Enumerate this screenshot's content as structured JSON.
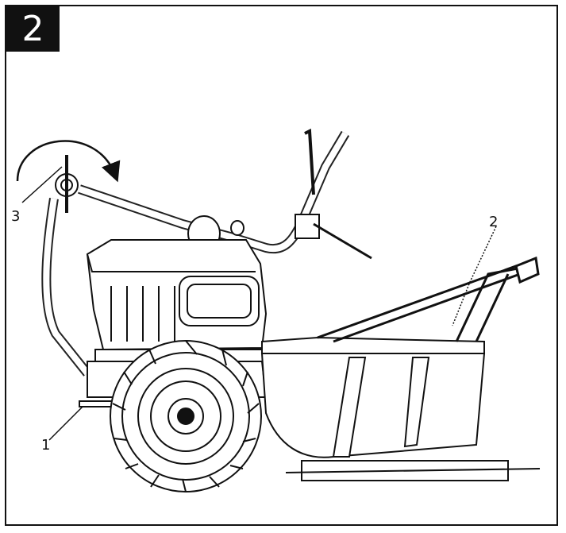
{
  "figure": {
    "badge_number": "2",
    "callouts": {
      "c1": "1",
      "c2": "2",
      "c3": "3"
    }
  },
  "colors": {
    "ink": "#111111",
    "paper": "#ffffff",
    "badge_bg": "#111111",
    "badge_text": "#ffffff"
  }
}
